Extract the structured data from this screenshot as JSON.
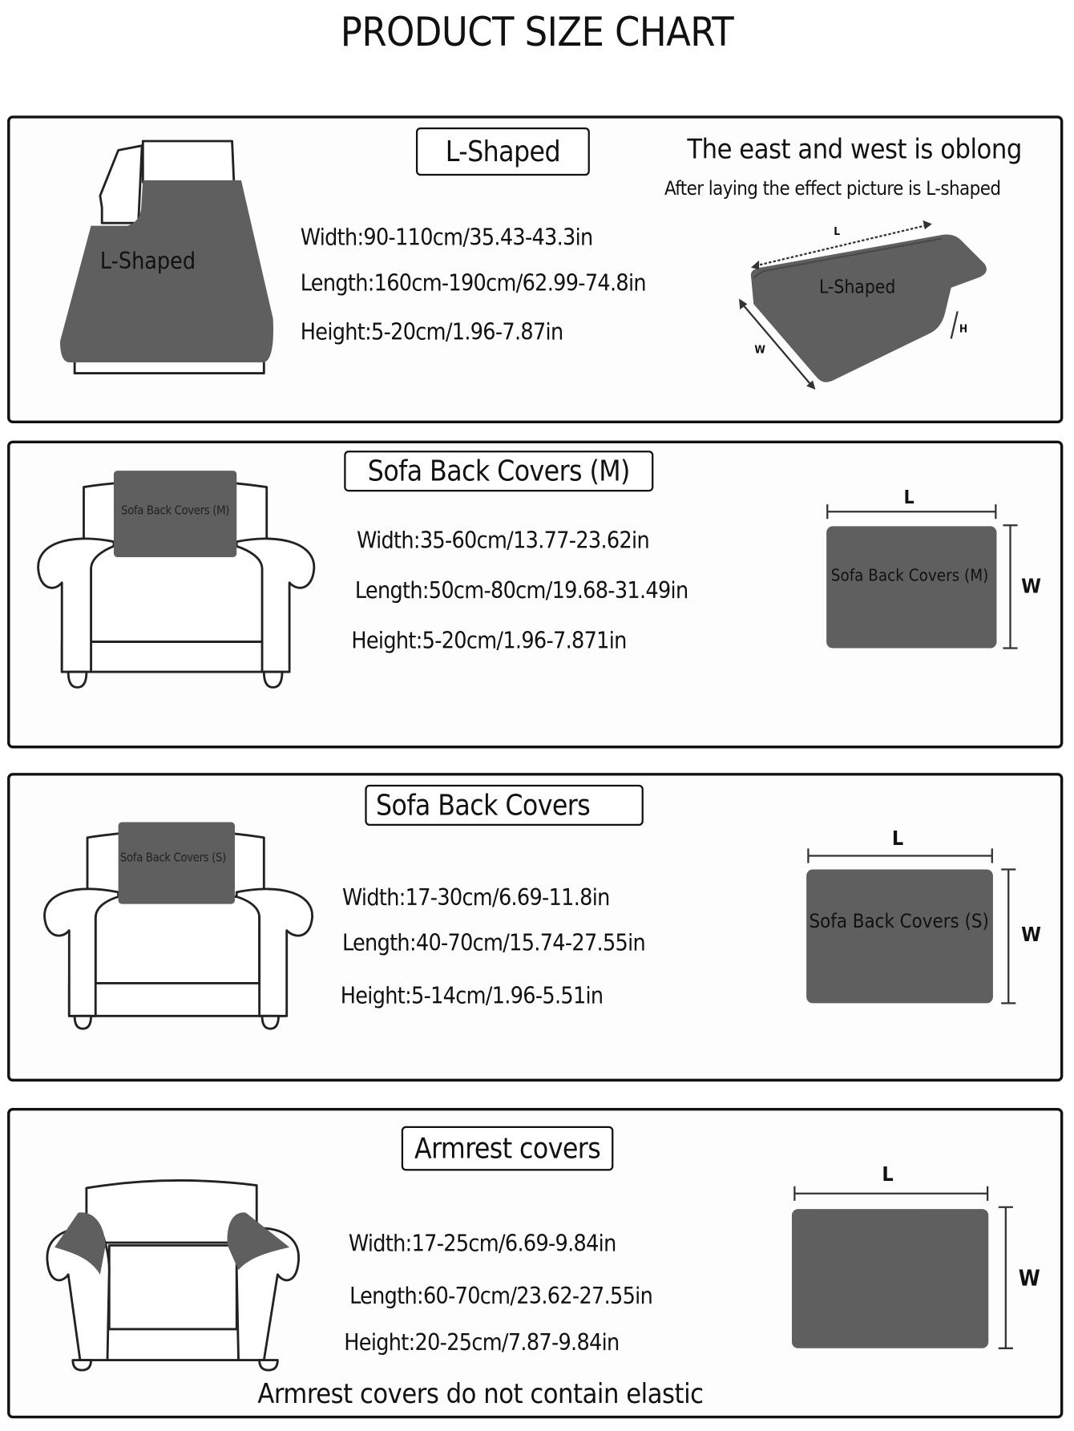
{
  "title": "PRODUCT SIZE CHART",
  "colors": {
    "cover_gray": "#5f5f5f",
    "outline": "#111111"
  },
  "sections": [
    {
      "name": "L-Shaped",
      "illustration_label": "L-Shaped",
      "diagram_label": "L-Shaped",
      "note_main": "The east and west is oblong",
      "note_sub": "After laying the effect picture is L-shaped",
      "dim_labels": {
        "l": "L",
        "w": "W",
        "h": "H"
      },
      "specs": [
        "Width:90-110cm/35.43-43.3in",
        "Length:160cm-190cm/62.99-74.8in",
        "Height:5-20cm/1.96-7.87in"
      ]
    },
    {
      "name": "Sofa Back Covers (M)",
      "illustration_label": "Sofa Back Covers (M)",
      "diagram_label": "Sofa Back Covers (M)",
      "dim_labels": {
        "l": "L",
        "w": "W"
      },
      "specs": [
        "Width:35-60cm/13.77-23.62in",
        "Length:50cm-80cm/19.68-31.49in",
        "Height:5-20cm/1.96-7.871in"
      ]
    },
    {
      "name": "Sofa Back Covers",
      "illustration_label": "Sofa Back Covers (S)",
      "diagram_label": "Sofa Back Covers (S)",
      "dim_labels": {
        "l": "L",
        "w": "W"
      },
      "specs": [
        "Width:17-30cm/6.69-11.8in",
        "Length:40-70cm/15.74-27.55in",
        "Height:5-14cm/1.96-5.51in"
      ]
    },
    {
      "name": "Armrest covers",
      "dim_labels": {
        "l": "L",
        "w": "W"
      },
      "specs": [
        "Width:17-25cm/6.69-9.84in",
        "Length:60-70cm/23.62-27.55in",
        "Height:20-25cm/7.87-9.84in"
      ],
      "footnote": "Armrest covers do not contain elastic"
    }
  ]
}
